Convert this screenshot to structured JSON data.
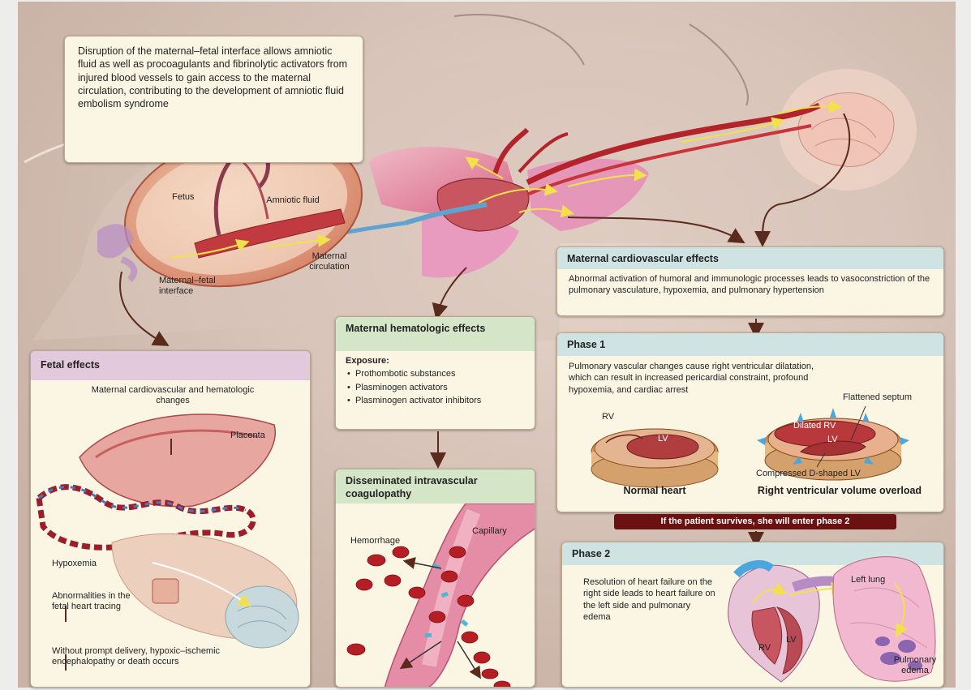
{
  "intro_text": "Disruption of the maternal–fetal interface allows amniotic fluid as well as procoagulants and fibrinolytic activators from injured blood vessels to gain access to the maternal circulation, contributing to the development of amniotic fluid embolism syndrome",
  "labels": {
    "fetus": "Fetus",
    "amniotic_fluid": "Amniotic fluid",
    "maternal_fetal_interface": "Maternal–fetal interface",
    "maternal_circulation": "Maternal circulation"
  },
  "fetal": {
    "title": "Fetal effects",
    "changes": "Maternal cardiovascular and hematologic changes",
    "placenta": "Placenta",
    "hypoxemia": "Hypoxemia",
    "abnormalities": "Abnormalities in the fetal heart tracing",
    "outcome": "Without prompt delivery, hypoxic–ischemic encephalopathy or death occurs"
  },
  "hematologic": {
    "title": "Maternal hematologic effects",
    "exposure_label": "Exposure:",
    "items": [
      "Prothombotic substances",
      "Plasminogen activators",
      "Plasminogen activator inhibitors"
    ]
  },
  "dic": {
    "title": "Disseminated intravascular coagulopathy",
    "hemorrhage": "Hemorrhage",
    "capillary": "Capillary"
  },
  "cardio": {
    "title": "Maternal cardiovascular effects",
    "text": "Abnormal activation of humoral and immunologic processes leads to vasoconstriction of the pulmonary vasculature, hypoxemia, and pulmonary hypertension"
  },
  "phase1": {
    "title": "Phase 1",
    "text": "Pulmonary vascular changes cause right ventricular dilatation, which can result in increased pericardial constraint, profound hypoxemia, and cardiac arrest",
    "rv": "RV",
    "lv": "LV",
    "dilated_rv": "Dilated RV",
    "flattened_septum": "Flattened septum",
    "compressed_lv": "Compressed D-shaped LV",
    "normal_heart": "Normal heart",
    "rv_overload": "Right ventricular volume overload"
  },
  "survive_banner": "If the patient survives, she will enter phase 2",
  "phase2": {
    "title": "Phase 2",
    "text": "Resolution of heart failure on the right side leads to heart failure on the left side and pulmonary edema",
    "left_lung": "Left lung",
    "rv": "RV",
    "lv": "LV",
    "pulmonary_edema": "Pulmonary edema"
  },
  "colors": {
    "fetal_header": "#e3c9dc",
    "hematologic_header": "#d5e6c8",
    "cardio_header": "#cfe3e3",
    "banner": "#6b1111",
    "vessel_red": "#b3232a",
    "vessel_blue": "#5fa3d0",
    "lung_pink": "#ef9fc8",
    "arrow_brown": "#5a2a1c",
    "flow_yellow": "#f2e14a"
  }
}
